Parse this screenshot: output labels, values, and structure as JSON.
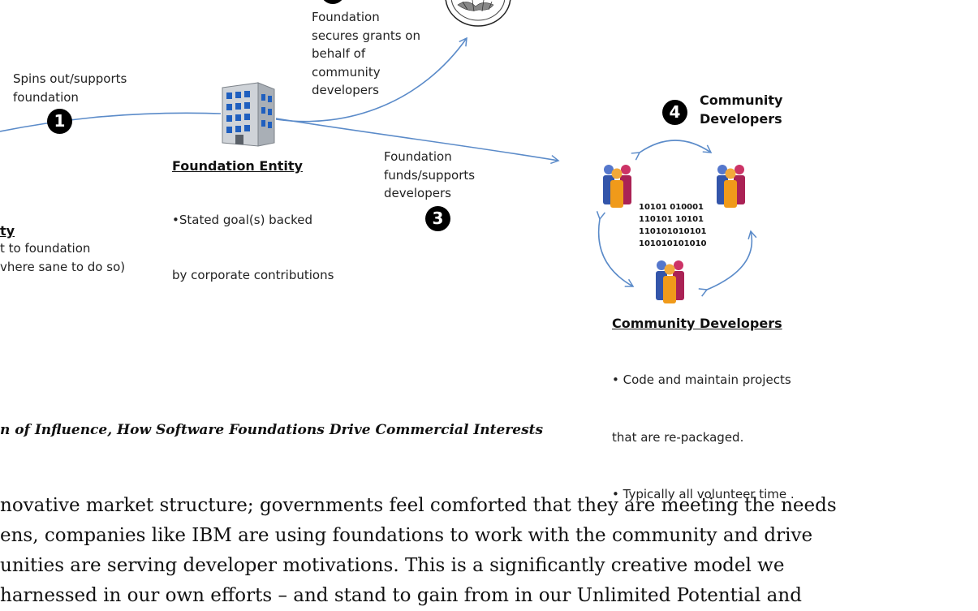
{
  "diagram": {
    "foundation_grants_lines": [
      "Foundation",
      "secures grants on",
      "behalf of",
      "community",
      "developers"
    ],
    "spins_out_lines": [
      "Spins out/supports",
      "foundation"
    ],
    "badge_1": "1",
    "foundation_entity": {
      "title": "Foundation Entity",
      "bullet_lines": [
        "•Stated goal(s) backed",
        "  by corporate contributions"
      ]
    },
    "partial_entity": {
      "title": "ty",
      "lines": [
        "t to foundation",
        "vhere sane to do so)"
      ]
    },
    "foundation_funds_lines": [
      "Foundation",
      "funds/supports",
      "developers"
    ],
    "badge_3": "3",
    "badge_4": "4",
    "community_header_lines": [
      "Community",
      "Developers"
    ],
    "binary_lines": [
      "10101 010001",
      "110101 10101",
      "110101010101",
      "101010101010"
    ],
    "community_developers": {
      "title": "Community Developers",
      "bullet_lines": [
        "• Code and maintain projects",
        "   that are re-packaged.",
        "• Typically all volunteer time ."
      ]
    }
  },
  "caption": "n of Influence, How Software Foundations Drive Commercial Interests",
  "body_lines": [
    "novative market structure; governments feel comforted that they are meeting the needs",
    "ens, companies like IBM are using foundations to work with the community and drive",
    "unities are serving developer motivations.  This is a significantly creative model we",
    "harnessed in our own efforts – and stand to gain from in our Unlimited Potential and"
  ],
  "colors": {
    "arrow": "#5b8bc9",
    "badge": "#000000"
  }
}
